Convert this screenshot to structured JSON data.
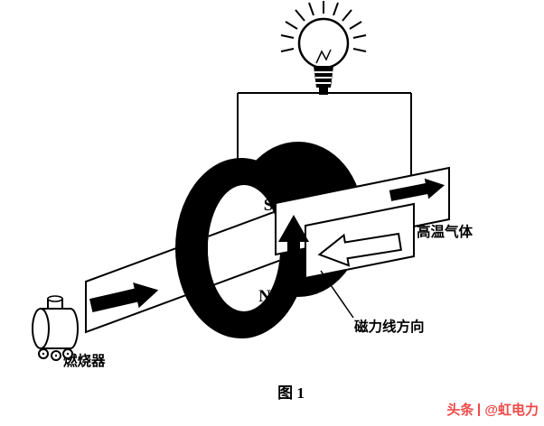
{
  "figure": {
    "caption": "图 1",
    "pole_top": "S",
    "pole_bottom": "N",
    "label_hot_gas": "高温气体",
    "label_field_direction": "磁力线方向",
    "label_burner": "燃烧器"
  },
  "icons": {
    "bulb": "light-bulb-icon",
    "flow_in": "right-arrow-icon",
    "flow_out": "right-arrow-icon",
    "magnetic_field": "up-arrow-icon",
    "current": "left-arrow-icon"
  },
  "colors": {
    "ink": "#000000",
    "background": "#ffffff",
    "watermark": "#ef4a48"
  },
  "watermark": {
    "brand": "头条",
    "account": "@虹电力"
  }
}
